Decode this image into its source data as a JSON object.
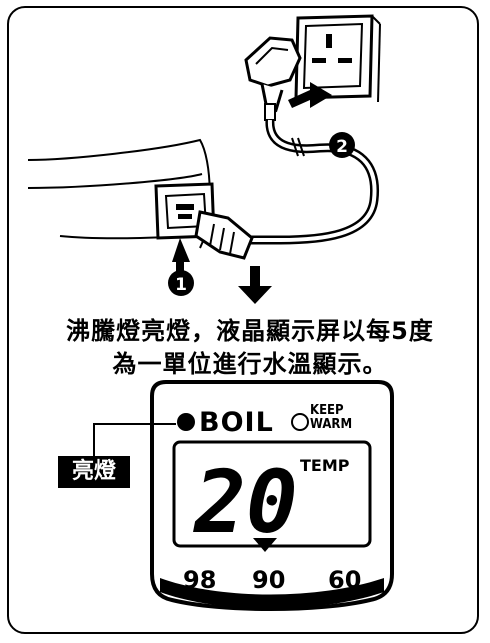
{
  "instructions": {
    "line1": "沸騰燈亮燈，液晶顯示屏以每5度",
    "line2": "為一單位進行水溫顯示。"
  },
  "callout": {
    "label": "亮燈"
  },
  "steps": [
    {
      "number": "1"
    },
    {
      "number": "2"
    }
  ],
  "panel": {
    "boil_label": "BOIL",
    "keep_line1": "KEEP",
    "keep_line2": "WARM",
    "temp_label": "TEMP",
    "display_value": "20",
    "scale": [
      "98",
      "90",
      "60"
    ]
  }
}
